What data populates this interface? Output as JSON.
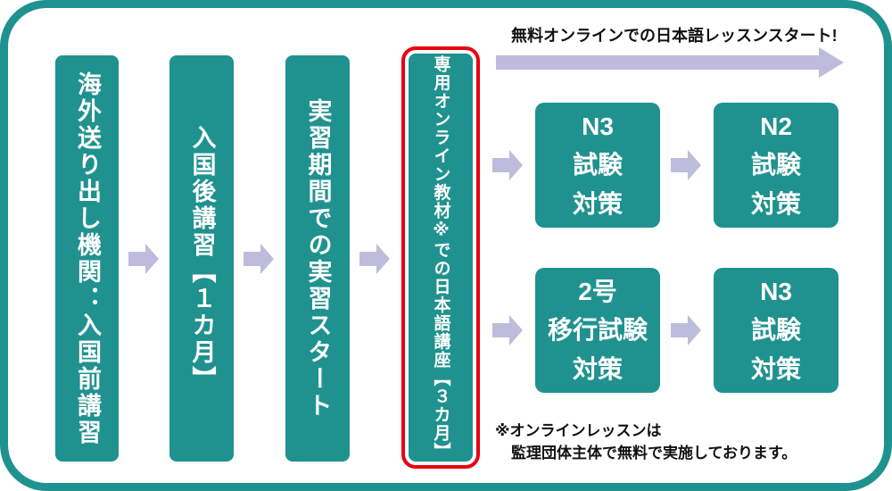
{
  "colors": {
    "teal": "#1f928f",
    "lavender": "#bdbcdc",
    "red": "#e80011",
    "ink": "#111111",
    "box-text": "#ffffff"
  },
  "flow": {
    "columns": [
      {
        "label": "海外送り出し機関：入国前講習"
      },
      {
        "label": "入国後講習【１カ月】"
      },
      {
        "label": "実習期間での実習スタート"
      },
      {
        "label": "専用オンライン教材※での日本語講座【３カ月】"
      }
    ]
  },
  "online": {
    "headline": "無料オンラインでの日本語レッスンスタート!",
    "rows": [
      {
        "steps": [
          {
            "label": "N3\n試験\n対策"
          },
          {
            "label": "N2\n試験\n対策"
          }
        ]
      },
      {
        "steps": [
          {
            "label": "2号\n移行試験\n対策"
          },
          {
            "label": "N3\n試験\n対策"
          }
        ]
      }
    ],
    "note": {
      "line1": "※オンラインレッスンは",
      "line2": "監理団体主体で無料で実施しております。"
    }
  },
  "icons": {
    "step_arrow": "block-arrow-right-icon",
    "timeline_arrow": "long-block-arrow-right-icon"
  }
}
